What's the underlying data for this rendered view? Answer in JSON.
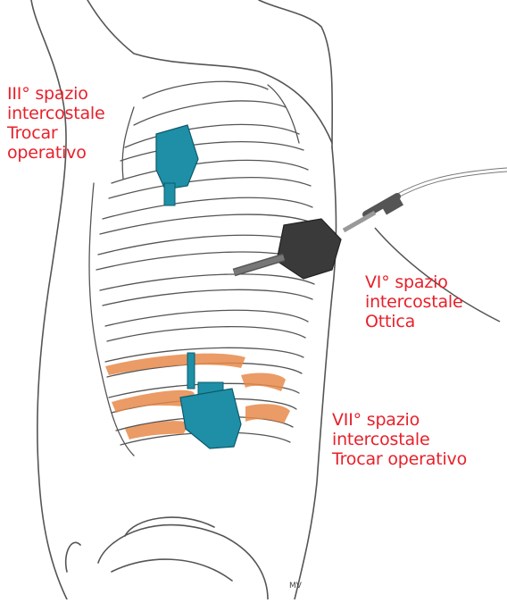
{
  "labels": [
    {
      "lines": [
        "III° spazio",
        "intercostale",
        "Trocar",
        "operativo"
      ]
    },
    {
      "lines": [
        "VI° spazio",
        "intercostale",
        "Ottica"
      ]
    },
    {
      "lines": [
        "VII° spazio",
        "intercostale",
        "Trocar operativo"
      ]
    }
  ],
  "signature": "MV",
  "colors": {
    "label_text": "#e8202a",
    "trocar_teal": "#1e8fa6",
    "optic_dark": "#3a3a3a",
    "intercostal_orange": "#e88a4a",
    "pencil": "#555555"
  }
}
